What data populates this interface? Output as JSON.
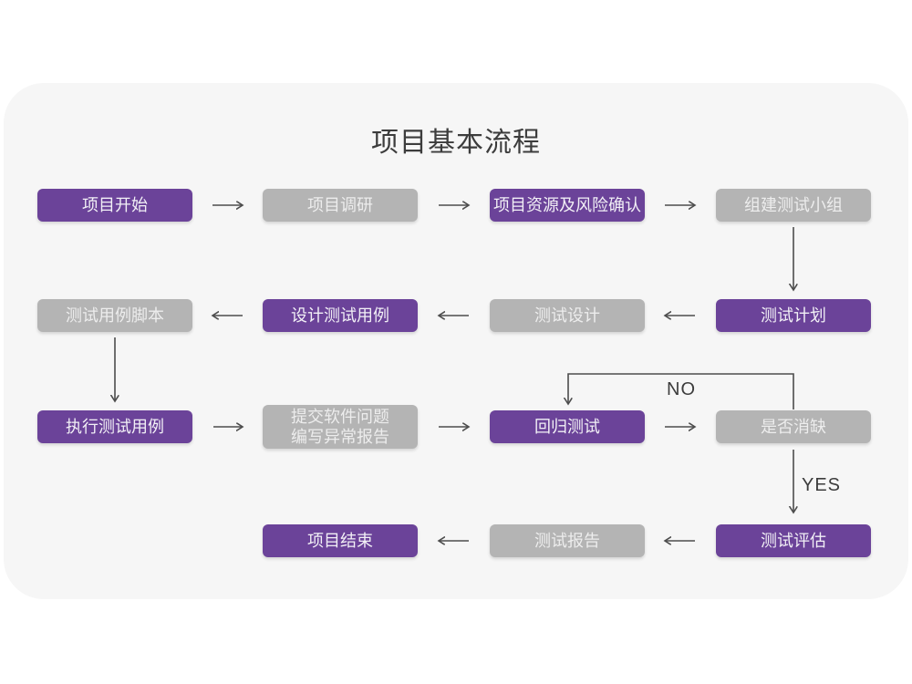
{
  "title": "项目基本流程",
  "colors": {
    "primary-purple": "#6b4399",
    "node-gray": "#b4b4b4",
    "card-bg": "#f6f6f6",
    "arrow-color": "#4d4d4d",
    "text-dark": "#3c3c3c",
    "node-text": "#f2f0f6"
  },
  "flowchart": {
    "nodes": {
      "project_start": {
        "label": "项目开始",
        "style": "purple"
      },
      "project_research": {
        "label": "项目调研",
        "style": "gray"
      },
      "resource_risk": {
        "label": "项目资源及风险确认",
        "style": "purple"
      },
      "build_team": {
        "label": "组建测试小组",
        "style": "gray"
      },
      "case_script": {
        "label": "测试用例脚本",
        "style": "gray"
      },
      "design_cases": {
        "label": "设计测试用例",
        "style": "purple"
      },
      "test_design": {
        "label": "测试设计",
        "style": "gray"
      },
      "test_plan": {
        "label": "测试计划",
        "style": "purple"
      },
      "execute_cases": {
        "label": "执行测试用例",
        "style": "purple"
      },
      "submit_issue": {
        "line1": "提交软件问题",
        "line2": "编写异常报告",
        "style": "gray"
      },
      "regression_test": {
        "label": "回归测试",
        "style": "purple"
      },
      "defect_cleared": {
        "label": "是否消缺",
        "style": "gray"
      },
      "project_end": {
        "label": "项目结束",
        "style": "purple"
      },
      "test_report": {
        "label": "测试报告",
        "style": "gray"
      },
      "test_evaluate": {
        "label": "测试评估",
        "style": "purple"
      }
    },
    "edge_labels": {
      "no": "NO",
      "yes": "YES"
    }
  }
}
